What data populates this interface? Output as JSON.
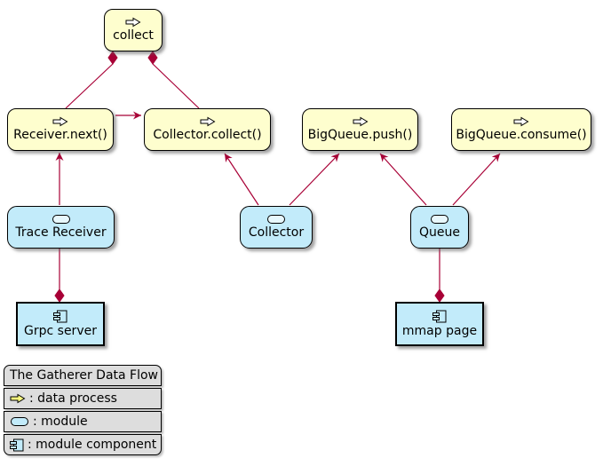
{
  "colors": {
    "edge": "#A80036",
    "border": "#000000",
    "process_fill": "#FEFECE",
    "module_fill": "#C2EBFA",
    "legend_fill": "#DDDDDD",
    "icon_yellow": "#F9F97E",
    "icon_cyan": "#C2EBFA",
    "icon_pale": "#E8F8FD",
    "icon_white": "#FFFFFF"
  },
  "nodes": [
    {
      "label": "collect",
      "type": "process"
    },
    {
      "label": "Receiver.next()",
      "type": "process"
    },
    {
      "label": "Collector.collect()",
      "type": "process"
    },
    {
      "label": "BigQueue.push()",
      "type": "process"
    },
    {
      "label": "BigQueue.consume()",
      "type": "process"
    },
    {
      "label": "Trace Receiver",
      "type": "module"
    },
    {
      "label": "Collector",
      "type": "module"
    },
    {
      "label": "Queue",
      "type": "module"
    },
    {
      "label": "Grpc server",
      "type": "component"
    },
    {
      "label": "mmap page",
      "type": "component"
    }
  ],
  "legend": {
    "title": "The Gatherer Data Flow",
    "entries": [
      {
        "icon": "data-process-icon",
        "label": ": data process"
      },
      {
        "icon": "module-icon",
        "label": ": module"
      },
      {
        "icon": "module-component-icon",
        "label": ": module component"
      }
    ]
  }
}
